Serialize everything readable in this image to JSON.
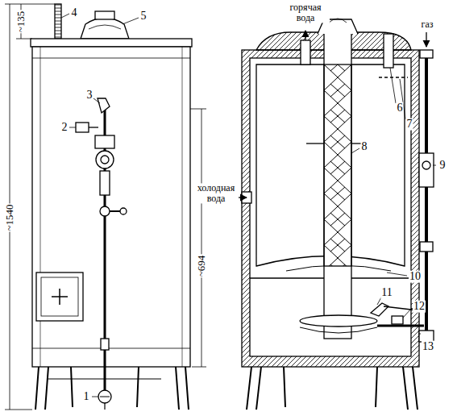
{
  "diagram": {
    "labels": [
      "4",
      "5",
      "3",
      "2",
      "1",
      "~135",
      "~1540",
      "~694",
      "горячая вода",
      "6",
      "7",
      "газ",
      "8",
      "9",
      "холодная вода",
      "10",
      "11",
      "12",
      "13"
    ]
  }
}
